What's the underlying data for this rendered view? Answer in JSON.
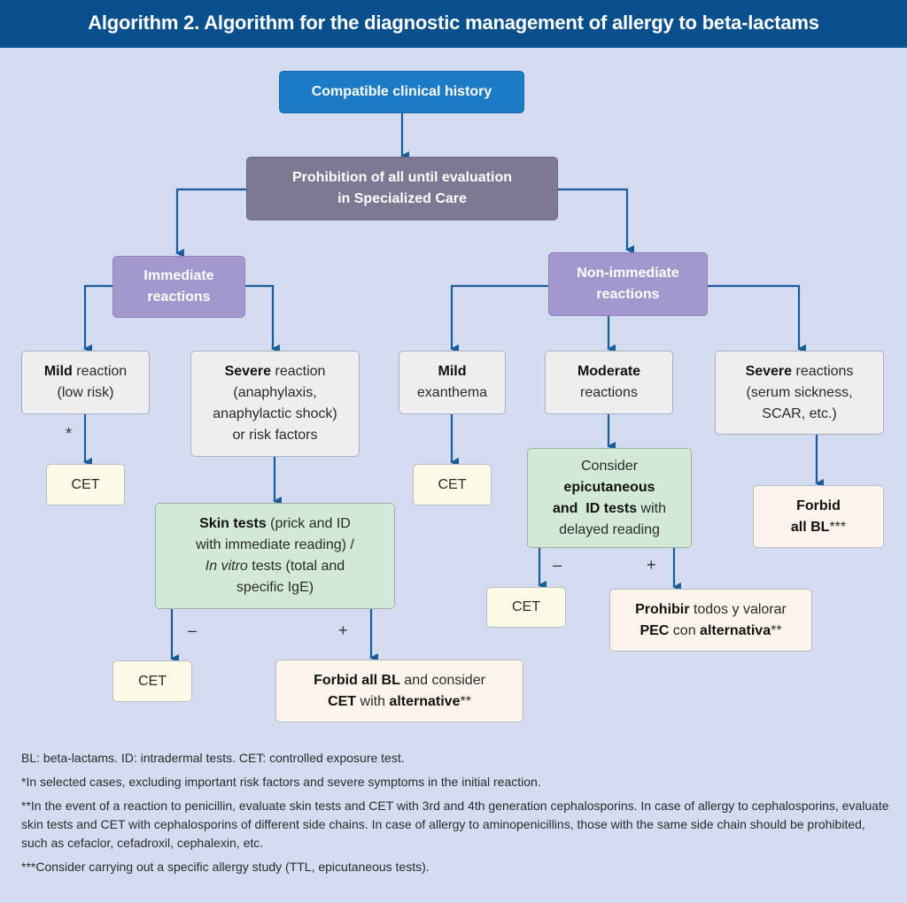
{
  "header": {
    "title": "Algorithm 2.  Algorithm for the diagnostic management of allergy to beta-lactams"
  },
  "colors": {
    "header_bg": "#084f8c",
    "background": "#d3dcf0",
    "arrow": "#1a5c9a",
    "start_box": "#1d7ac4",
    "prohibition_box": "#7e7894",
    "category_box": "#a397cd",
    "condition_box": "#eeeeef",
    "test_box": "#d4ead8",
    "cet_box": "#fdfbe8",
    "outcome_box": "#fdf5ec"
  },
  "nodes": {
    "start": {
      "text": "Compatible clinical history"
    },
    "prohibition": {
      "line1": "Prohibition of all until evaluation",
      "line2": "in Specialized Care"
    },
    "immediate": {
      "line1": "Immediate",
      "line2": "reactions"
    },
    "non_immediate": {
      "line1": "Non-immediate",
      "line2": "reactions"
    },
    "imm_mild": {
      "bold": "Mild",
      "rest": " reaction",
      "line2": "(low risk)"
    },
    "imm_severe": {
      "bold": "Severe",
      "rest": " reaction",
      "line2": "(anaphylaxis,",
      "line3": "anaphylactic shock)",
      "line4": "or risk factors"
    },
    "imm_mild_cet": {
      "text": "CET"
    },
    "skin_tests": {
      "bold": "Skin tests",
      "rest1": " (prick and ID",
      "line2": "with immediate reading) /",
      "italic": "In vitro",
      "rest3": " tests (total and",
      "line4": "specific IgE)"
    },
    "skin_neg_cet": {
      "text": "CET"
    },
    "skin_pos_outcome": {
      "bold1": "Forbid all BL",
      "rest1": " and consider",
      "bold2": "CET",
      "rest2": " with ",
      "bold3": "alternative",
      "suffix": "**"
    },
    "non_mild": {
      "bold": "Mild",
      "line2": "exanthema"
    },
    "non_mild_cet": {
      "text": "CET"
    },
    "non_moderate": {
      "bold": "Moderate",
      "line2": "reactions"
    },
    "epicutaneous": {
      "line1": "Consider",
      "bold1": "epicutaneous",
      "bold2": "and  ID tests",
      "rest2": " with",
      "line4": "delayed reading"
    },
    "epi_neg_cet": {
      "text": "CET"
    },
    "epi_pos_outcome": {
      "bold1": "Prohibir",
      "rest1": " todos y valorar",
      "bold2": "PEC",
      "rest2": " con ",
      "bold3": "alternativa",
      "suffix": "**"
    },
    "non_severe": {
      "bold": "Severe",
      "rest": " reactions",
      "line2": "(serum sickness,",
      "line3": "SCAR, etc.)"
    },
    "non_severe_outcome": {
      "line1": "Forbid",
      "bold2": "all BL",
      "suffix": "***"
    }
  },
  "edge_labels": {
    "asterisk": "*",
    "negative": "–",
    "positive": "+"
  },
  "footnotes": [
    "BL: beta-lactams.  ID: intradermal tests.  CET: controlled exposure test.",
    "*In selected cases, excluding important risk factors and severe symptoms in the initial reaction.",
    "**In the event of a reaction to penicillin, evaluate skin tests and CET with 3rd and 4th generation cephalosporins. In case of allergy to cephalosporins, evaluate skin tests and CET with cephalosporins of different side chains. In case of allergy to aminopenicillins, those with the same side chain should be prohibited, such as cefaclor, cefadroxil, cephalexin, etc.",
    "***Consider carrying out a specific allergy study (TTL, epicutaneous tests)."
  ]
}
